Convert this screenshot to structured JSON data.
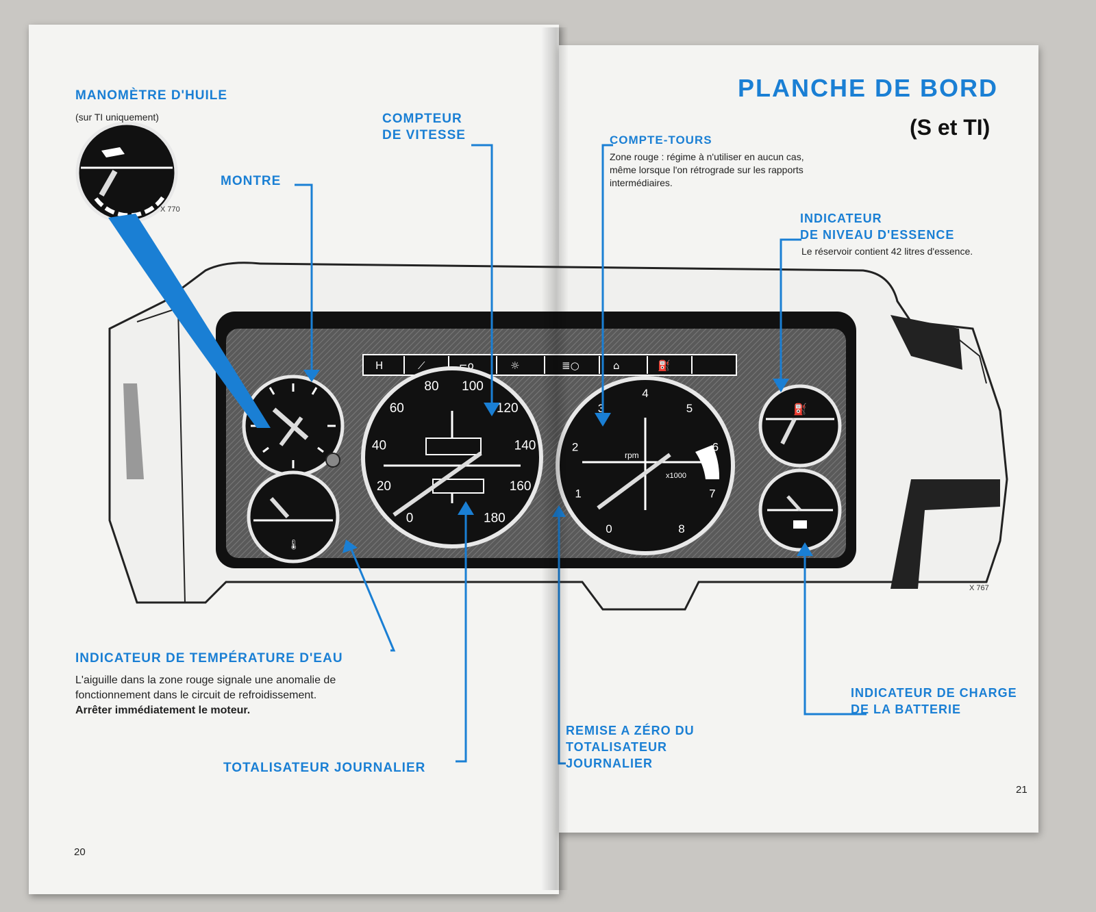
{
  "right_page": {
    "title": "PLANCHE DE BORD",
    "subtitle": "(S et TI)",
    "page_number": "21",
    "drawing_ref": "X 767",
    "compte_tours": {
      "label": "COMPTE-TOURS",
      "desc_lines": [
        "Zone rouge : régime à n'utiliser en aucun cas,",
        "même lorsque l'on rétrograde sur les rapports",
        "intermédiaires."
      ]
    },
    "essence": {
      "label_lines": [
        "INDICATEUR",
        "DE NIVEAU D'ESSENCE"
      ],
      "desc": "Le réservoir contient 42 litres d'essence."
    },
    "batterie": {
      "label_lines": [
        "INDICATEUR DE CHARGE",
        "DE LA BATTERIE"
      ]
    },
    "remise": {
      "label_lines": [
        "REMISE A ZÉRO DU",
        "TOTALISATEUR",
        "JOURNALIER"
      ]
    }
  },
  "left_page": {
    "page_number": "20",
    "manometre": {
      "label": "MANOMÈTRE D'HUILE",
      "note": "(sur TI uniquement)",
      "drawing_ref": "X 770"
    },
    "compteur": {
      "label_lines": [
        "COMPTEUR",
        "DE VITESSE"
      ]
    },
    "montre": {
      "label": "MONTRE"
    },
    "temperature": {
      "label": "INDICATEUR DE TEMPÉRATURE D'EAU",
      "desc_lines": [
        "L'aiguille dans la zone rouge signale une anomalie de",
        "fonctionnement dans le circuit de refroidissement."
      ],
      "desc_bold": "Arrêter immédiatement le moteur."
    },
    "totalisateur": {
      "label": "TOTALISATEUR JOURNALIER"
    }
  },
  "gauges": {
    "speedometer_ticks": [
      "0",
      "20",
      "40",
      "60",
      "80",
      "100",
      "120",
      "140",
      "160",
      "180"
    ],
    "tachometer_ticks": [
      "0",
      "1",
      "2",
      "3",
      "4",
      "5",
      "6",
      "7",
      "8"
    ],
    "tachometer_unit": "rpm",
    "tachometer_multiplier": "x1000"
  },
  "colors": {
    "accent": "#1a7fd4",
    "panel": "#4a4a4a",
    "bezel": "#111111",
    "paper": "#f4f4f2"
  }
}
